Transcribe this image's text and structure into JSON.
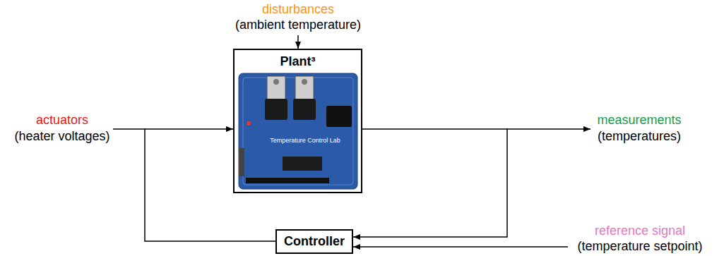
{
  "diagram": {
    "nodes": [
      {
        "text": [
          "Plant³"
        ]
      },
      {
        "text": [
          "Controller"
        ]
      }
    ],
    "edges": [
      {
        "from": 0,
        "to": 1,
        "arrow": "to"
      },
      {
        "from": 1,
        "to": 0,
        "arrow": "to"
      }
    ],
    "labels": [
      "disturbances",
      "(ambient temperature)",
      "actuators",
      "(heater voltages)",
      "measurements",
      "(temperatures)",
      "reference signal",
      "(temperature setpoint)",
      "Temperature Control Lab"
    ]
  }
}
